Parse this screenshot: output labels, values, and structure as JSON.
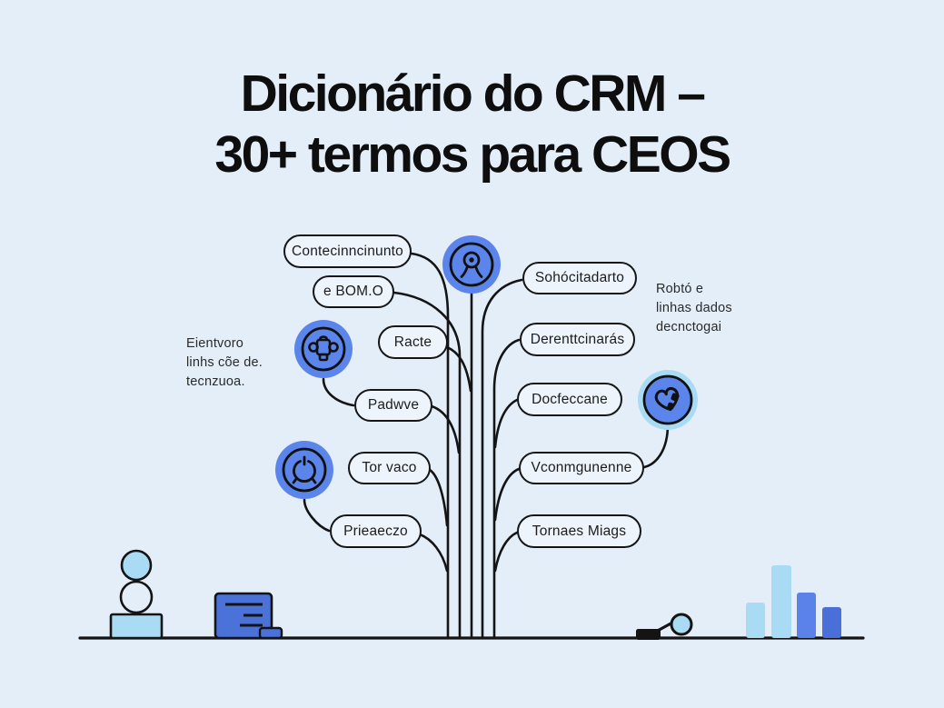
{
  "title": {
    "line1": "Dicionário do CRM –",
    "line2": "30+ termos para CEOS"
  },
  "tree": {
    "pills": [
      {
        "id": "contecinncinunto",
        "label": "Contecinncinunto"
      },
      {
        "id": "e-bomo",
        "label": "e BOM.O"
      },
      {
        "id": "sohocitadarto",
        "label": "Sohócitadarto"
      },
      {
        "id": "racte",
        "label": "Racte"
      },
      {
        "id": "derenttcinaras",
        "label": "Derenttcinarás"
      },
      {
        "id": "padwve",
        "label": "Padwve"
      },
      {
        "id": "docfeccane",
        "label": "Docfeccane"
      },
      {
        "id": "tor-vaco",
        "label": "Tor vaco"
      },
      {
        "id": "vconmgunenne",
        "label": "Vconmgunenne"
      },
      {
        "id": "prieaeczo",
        "label": "Prieaeczo"
      },
      {
        "id": "tornaes-miags",
        "label": "Tornaes Miags"
      }
    ],
    "icons": [
      "award-ribbon-icon",
      "gear-icon",
      "power-timer-icon",
      "heart-sync-icon"
    ]
  },
  "annotations": {
    "left": {
      "line1": "Eientvoro",
      "line2": "linhs cõe de.",
      "line3": "tecnzuoa."
    },
    "right": {
      "line1": "Robtó e",
      "line2": "linhas dados",
      "line3": "decnctogai"
    }
  },
  "colors": {
    "background": "#e4eef9",
    "accent_blue": "#5b85ea",
    "light_blue": "#a9dcf4",
    "deep_blue": "#4a6fd8",
    "bar_blue": "#5b82e8",
    "outline": "#141414"
  },
  "decor": {
    "bar_heights": [
      39,
      80,
      50,
      34
    ]
  }
}
